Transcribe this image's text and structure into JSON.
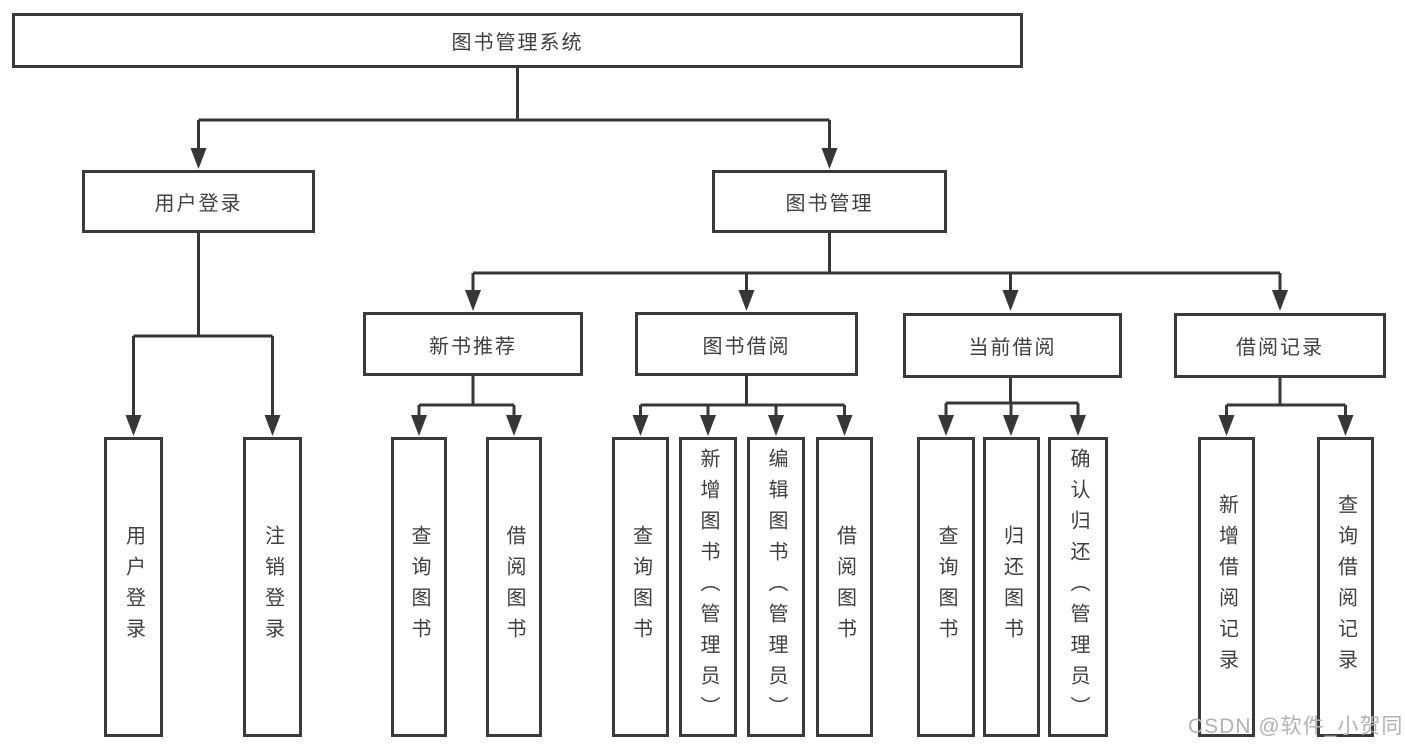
{
  "diagram": {
    "root": {
      "label": "图书管理系统"
    },
    "level2": [
      {
        "label": "用户登录"
      },
      {
        "label": "图书管理"
      }
    ],
    "level3": [
      {
        "label": "新书推荐"
      },
      {
        "label": "图书借阅"
      },
      {
        "label": "当前借阅"
      },
      {
        "label": "借阅记录"
      }
    ],
    "leaves": {
      "login": [
        "用户登录",
        "注销登录"
      ],
      "recommend": [
        "查询图书",
        "借阅图书"
      ],
      "borrow": [
        "查询图书",
        "新增图书（管理员）",
        "编辑图书（管理员）",
        "借阅图书"
      ],
      "current": [
        "查询图书",
        "归还图书",
        "确认归还（管理员）"
      ],
      "records": [
        "新增借阅记录",
        "查询借阅记录"
      ]
    }
  },
  "watermark": {
    "text": "CSDN @软件_小贺同学"
  },
  "colors": {
    "border": "#3a3a3a",
    "line": "#373737",
    "text": "#3f3f3f",
    "watermark": "#b2b2b2",
    "background": "#ffffff"
  }
}
